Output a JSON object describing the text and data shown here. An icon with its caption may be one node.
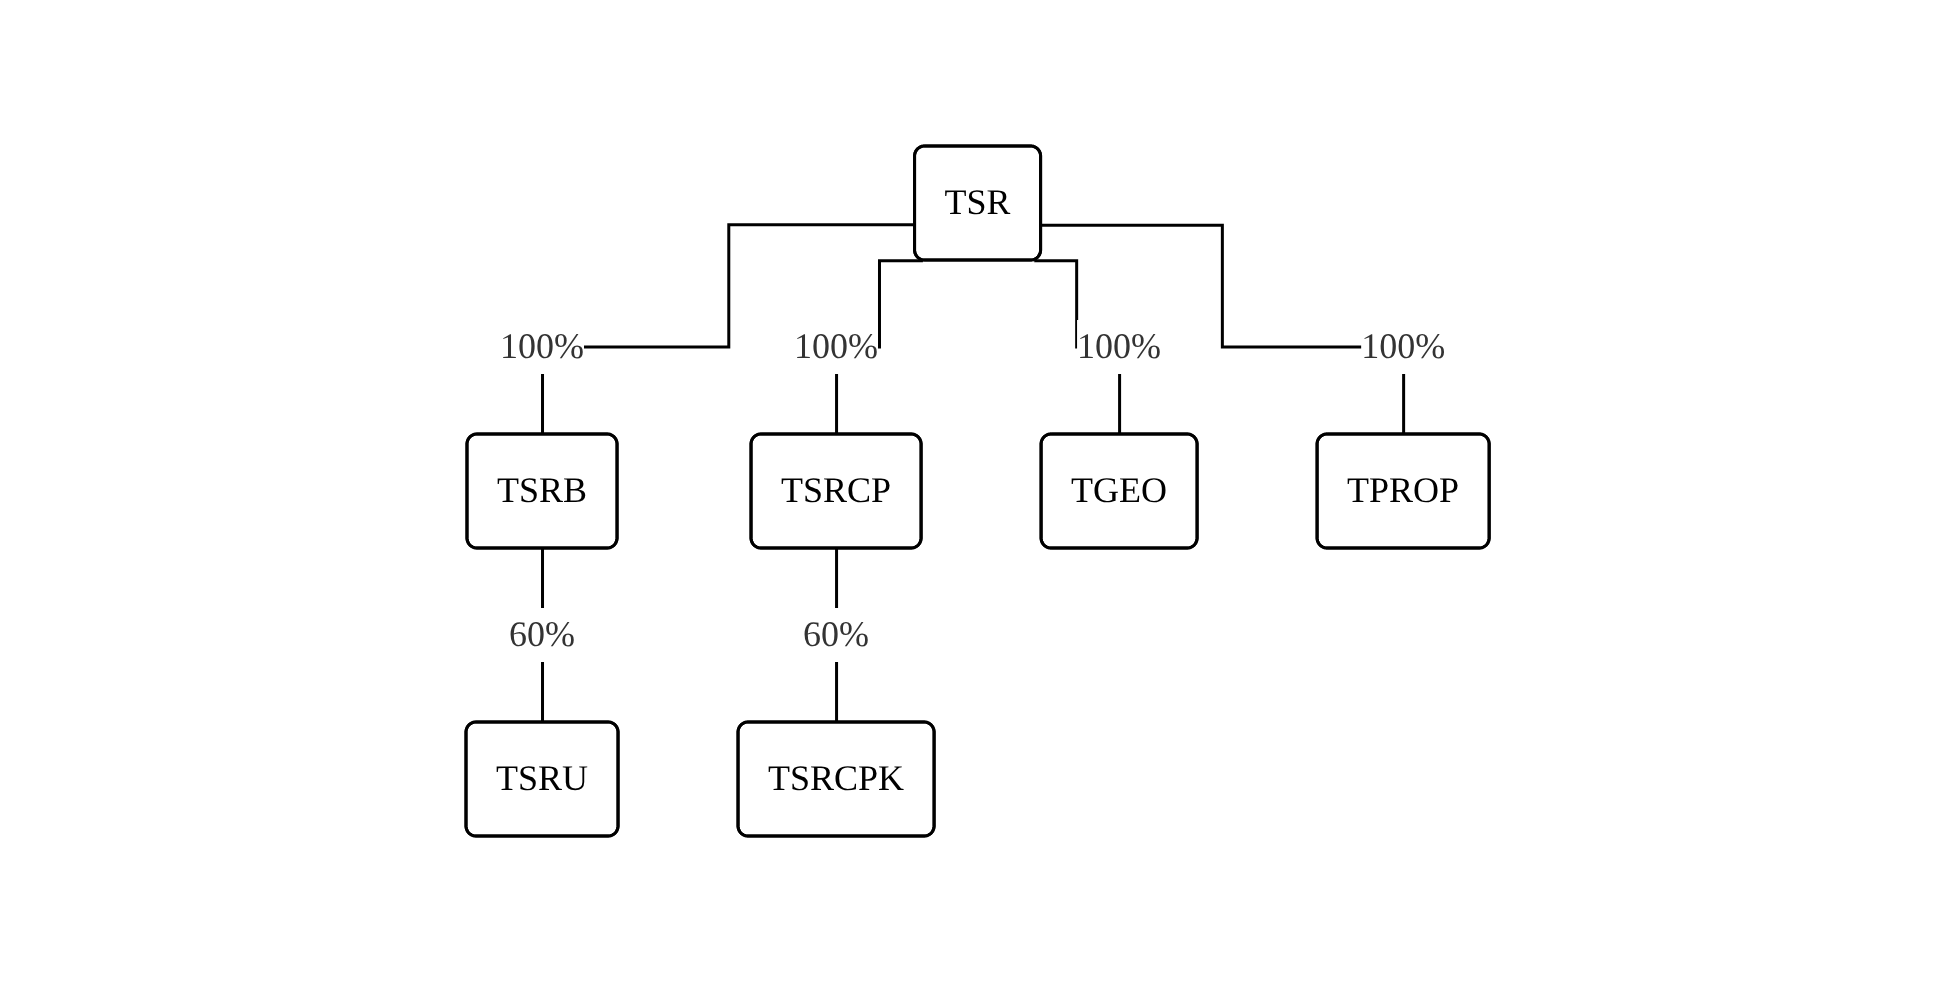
{
  "diagram": {
    "nodes": [
      {
        "text": [
          "TSR"
        ]
      },
      {
        "text": [
          "TSRB"
        ]
      },
      {
        "text": [
          "TSRCP"
        ]
      },
      {
        "text": [
          "TGEO"
        ]
      },
      {
        "text": [
          "TPROP"
        ]
      },
      {
        "text": [
          "TSRU"
        ]
      },
      {
        "text": [
          "TSRCPK"
        ]
      }
    ],
    "edges": [
      {
        "from": 0,
        "to": 1,
        "arrow": "none",
        "label": "100%"
      },
      {
        "from": 0,
        "to": 2,
        "arrow": "none",
        "label": "100%"
      },
      {
        "from": 0,
        "to": 3,
        "arrow": "none",
        "label": "100%"
      },
      {
        "from": 0,
        "to": 4,
        "arrow": "none",
        "label": "100%"
      },
      {
        "from": 1,
        "to": 5,
        "arrow": "none",
        "label": "60%"
      },
      {
        "from": 2,
        "to": 6,
        "arrow": "none",
        "label": "60%"
      }
    ]
  }
}
